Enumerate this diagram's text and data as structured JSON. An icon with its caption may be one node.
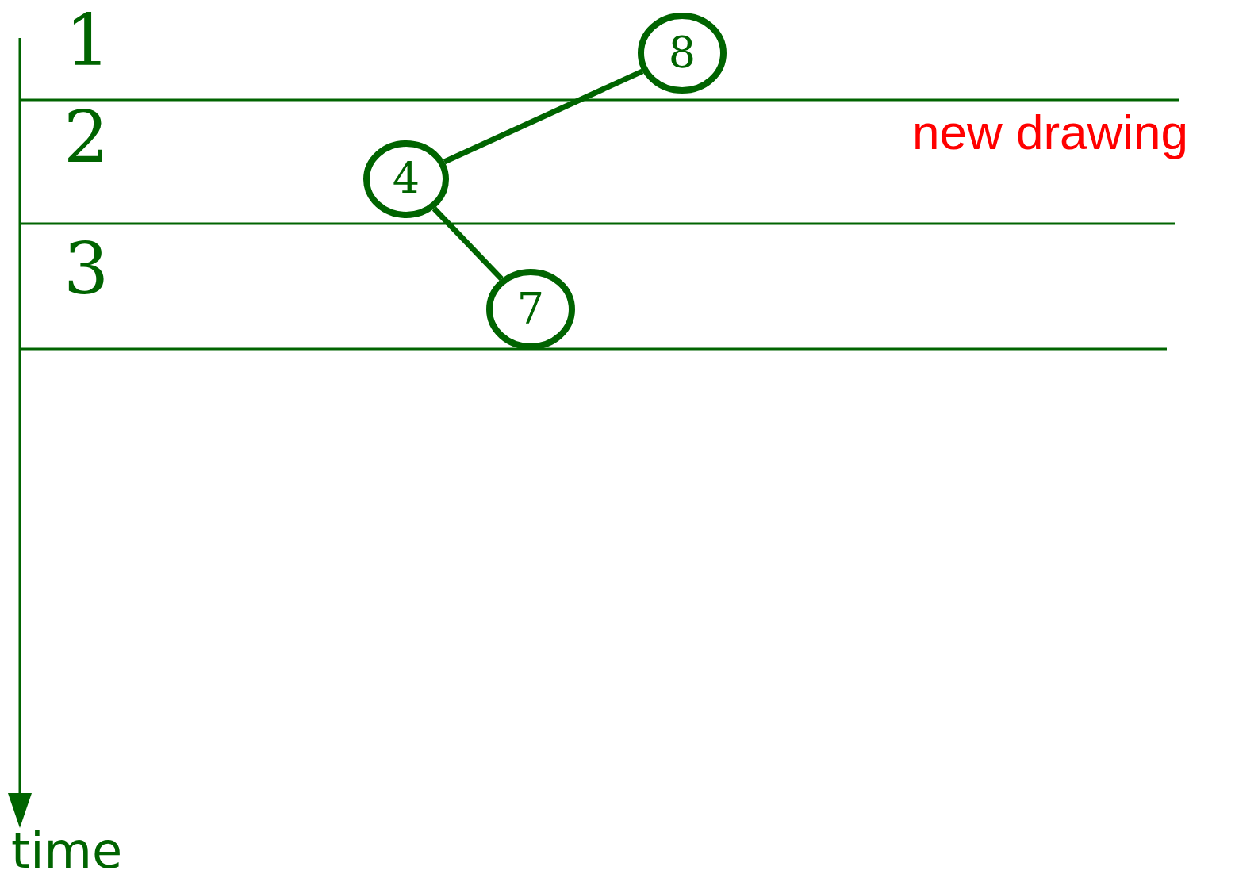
{
  "diagram": {
    "nodes": [
      {
        "text": [
          "8"
        ]
      },
      {
        "text": [
          "4"
        ]
      },
      {
        "text": [
          "7"
        ]
      }
    ],
    "edges": [
      {
        "from": 0,
        "to": 1,
        "arrow": "none"
      },
      {
        "from": 1,
        "to": 2,
        "arrow": "none"
      }
    ],
    "labels": [
      "1",
      "2",
      "new drawing",
      "3",
      "time"
    ]
  }
}
